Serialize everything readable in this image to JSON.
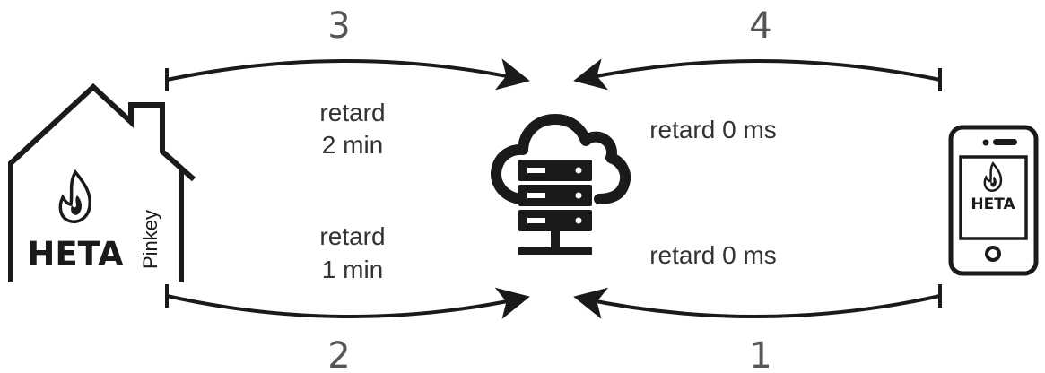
{
  "colors": {
    "ink": "#1a1a1a",
    "label": "#555555",
    "background": "#ffffff"
  },
  "house": {
    "brand": "HETA",
    "product": "Pinkey",
    "icon": "flame-logo-icon"
  },
  "phone": {
    "brand": "HETA",
    "icon": "flame-logo-icon"
  },
  "server": {
    "icon": "cloud-server-icon"
  },
  "arrows": [
    {
      "step": "3",
      "direction": "house-to-server"
    },
    {
      "step": "4",
      "direction": "phone-to-server"
    },
    {
      "step": "2",
      "direction": "house-to-server"
    },
    {
      "step": "1",
      "direction": "phone-to-server"
    }
  ],
  "delays": {
    "house_top": [
      "retard",
      "2 min"
    ],
    "house_bottom": [
      "retard",
      "1 min"
    ],
    "phone_top": "retard 0 ms",
    "phone_bottom": "retard 0 ms"
  }
}
